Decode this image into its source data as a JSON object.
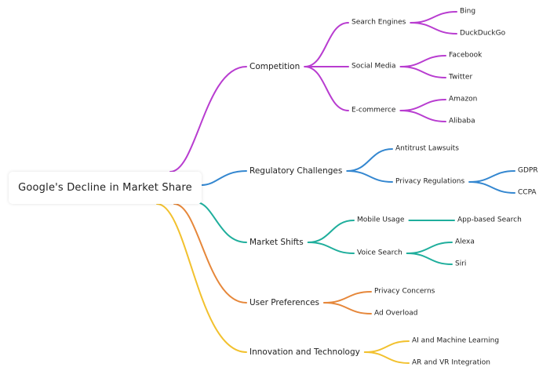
{
  "root": "Google's Decline in Market Share",
  "branches": [
    {
      "label": "Competition",
      "color": "#b83cd0",
      "children": [
        {
          "label": "Search Engines",
          "children": [
            {
              "label": "Bing"
            },
            {
              "label": "DuckDuckGo"
            }
          ]
        },
        {
          "label": "Social Media",
          "children": [
            {
              "label": "Facebook"
            },
            {
              "label": "Twitter"
            }
          ]
        },
        {
          "label": "E-commerce",
          "children": [
            {
              "label": "Amazon"
            },
            {
              "label": "Alibaba"
            }
          ]
        }
      ]
    },
    {
      "label": "Regulatory Challenges",
      "color": "#3487d0",
      "children": [
        {
          "label": "Antitrust Lawsuits",
          "children": []
        },
        {
          "label": "Privacy Regulations",
          "children": [
            {
              "label": "GDPR"
            },
            {
              "label": "CCPA"
            }
          ]
        }
      ]
    },
    {
      "label": "Market Shifts",
      "color": "#1fae9c",
      "children": [
        {
          "label": "Mobile Usage",
          "children": [
            {
              "label": "App-based Search"
            }
          ]
        },
        {
          "label": "Voice Search",
          "children": [
            {
              "label": "Alexa"
            },
            {
              "label": "Siri"
            }
          ]
        }
      ]
    },
    {
      "label": "User Preferences",
      "color": "#e6873a",
      "children": [
        {
          "label": "Privacy Concerns",
          "children": []
        },
        {
          "label": "Ad Overload",
          "children": []
        }
      ]
    },
    {
      "label": "Innovation and Technology",
      "color": "#f2c12e",
      "children": [
        {
          "label": "AI and Machine Learning",
          "children": []
        },
        {
          "label": "AR and VR Integration",
          "children": []
        }
      ]
    }
  ]
}
